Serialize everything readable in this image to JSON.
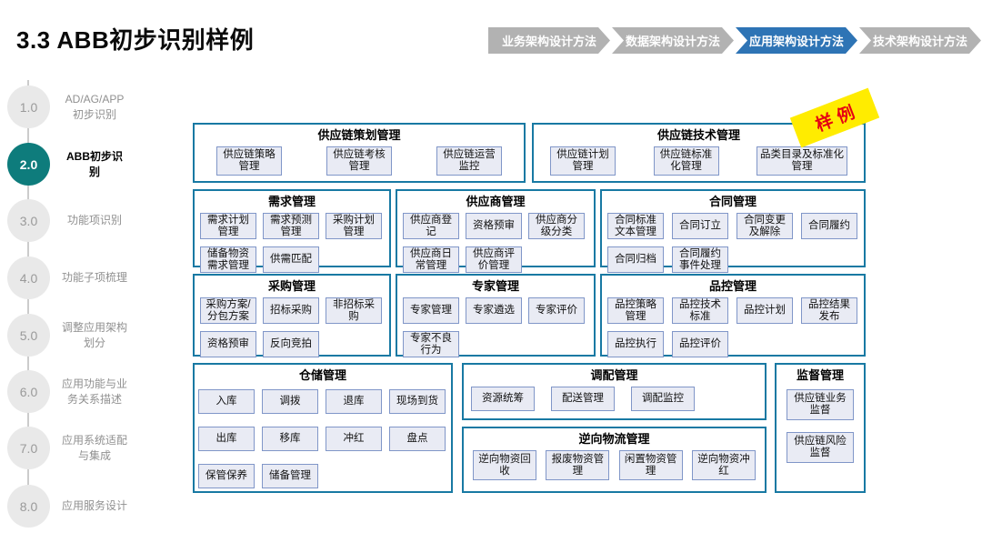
{
  "title": "3.3 ABB初步识别样例",
  "sample_badge": "样例",
  "process_tabs": [
    {
      "label": "业务架构设计方法",
      "active": false
    },
    {
      "label": "数据架构设计方法",
      "active": false
    },
    {
      "label": "应用架构设计方法",
      "active": true
    },
    {
      "label": "技术架构设计方法",
      "active": false
    }
  ],
  "sidebar_steps": [
    {
      "num": "1.0",
      "label": "AD/AG/APP初步识别",
      "active": false
    },
    {
      "num": "2.0",
      "label": "ABB初步识别",
      "active": true
    },
    {
      "num": "3.0",
      "label": "功能项识别",
      "active": false
    },
    {
      "num": "4.0",
      "label": "功能子项梳理",
      "active": false
    },
    {
      "num": "5.0",
      "label": "调整应用架构划分",
      "active": false
    },
    {
      "num": "6.0",
      "label": "应用功能与业务关系描述",
      "active": false
    },
    {
      "num": "7.0",
      "label": "应用系统适配与集成",
      "active": false
    },
    {
      "num": "8.0",
      "label": "应用服务设计",
      "active": false
    }
  ],
  "diagram": {
    "groups": [
      {
        "title": "供应链策划管理",
        "items": [
          "供应链策略管理",
          "供应链考核管理",
          "供应链运营监控"
        ]
      },
      {
        "title": "供应链技术管理",
        "items": [
          "供应链计划管理",
          "供应链标准化管理",
          "品类目录及标准化管理"
        ]
      },
      {
        "title": "需求管理",
        "items": [
          "需求计划管理",
          "需求预测管理",
          "采购计划管理",
          "储备物资需求管理",
          "供需匹配"
        ]
      },
      {
        "title": "供应商管理",
        "items": [
          "供应商登记",
          "资格预审",
          "供应商分级分类",
          "供应商日常管理",
          "供应商评价管理"
        ]
      },
      {
        "title": "合同管理",
        "items": [
          "合同标准文本管理",
          "合同订立",
          "合同变更及解除",
          "合同履约",
          "合同归档",
          "合同履约事件处理"
        ]
      },
      {
        "title": "采购管理",
        "items": [
          "采购方案/分包方案",
          "招标采购",
          "非招标采购",
          "资格预审",
          "反向竞拍"
        ]
      },
      {
        "title": "专家管理",
        "items": [
          "专家管理",
          "专家遴选",
          "专家评价",
          "专家不良行为"
        ]
      },
      {
        "title": "品控管理",
        "items": [
          "品控策略管理",
          "品控技术标准",
          "品控计划",
          "品控结果发布",
          "品控执行",
          "品控评价"
        ]
      },
      {
        "title": "仓储管理",
        "items": [
          "入库",
          "调拨",
          "退库",
          "现场到货",
          "出库",
          "移库",
          "冲红",
          "盘点",
          "保管保养",
          "储备管理"
        ]
      },
      {
        "title": "调配管理",
        "items": [
          "资源统筹",
          "配送管理",
          "调配监控"
        ]
      },
      {
        "title": "逆向物流管理",
        "items": [
          "逆向物资回收",
          "报废物资管理",
          "闲置物资管理",
          "逆向物资冲红"
        ]
      },
      {
        "title": "监督管理",
        "items": [
          "供应链业务监督",
          "供应链风险监督"
        ]
      }
    ]
  },
  "colors": {
    "accent_teal": "#0e7c7c",
    "tab_active": "#2e74b5",
    "tab_inactive": "#b2b2b2",
    "group_border": "#1879a3",
    "item_fill": "#e9ebf4",
    "item_border": "#8096c8",
    "badge_bg": "#ffec00",
    "badge_text": "#e60012",
    "step_circle_gray": "#e9e9e9",
    "step_text_gray": "#9a9a9a"
  }
}
